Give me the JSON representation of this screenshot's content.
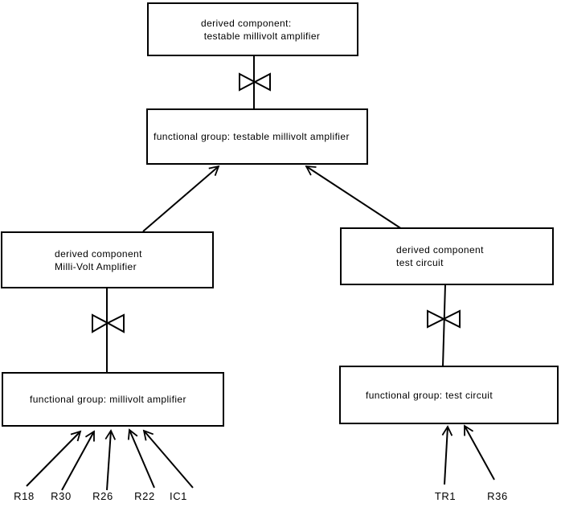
{
  "diagram": {
    "background_color": "#ffffff",
    "line_color": "#000000",
    "nodes": {
      "derived_testable": {
        "line1": "derived component:",
        "line2": " testable millivolt amplifier"
      },
      "functional_testable": {
        "label": "functional group: testable millivolt amplifier"
      },
      "derived_millivolt": {
        "line1": "derived component",
        "line2": "Milli-Volt Amplifier"
      },
      "functional_millivolt": {
        "label": "functional group: millivolt amplifier"
      },
      "derived_test": {
        "line1": "derived component",
        "line2": "test circuit"
      },
      "functional_test": {
        "label": "functional group: test circuit"
      }
    },
    "components": {
      "millivolt": [
        "R18",
        "R30",
        "R26",
        "R22",
        "IC1"
      ],
      "test": [
        "TR1",
        "R36"
      ]
    },
    "symbols": {
      "bowtie": "decomposition-valve-symbol",
      "arrow": "open-arrowhead"
    }
  }
}
